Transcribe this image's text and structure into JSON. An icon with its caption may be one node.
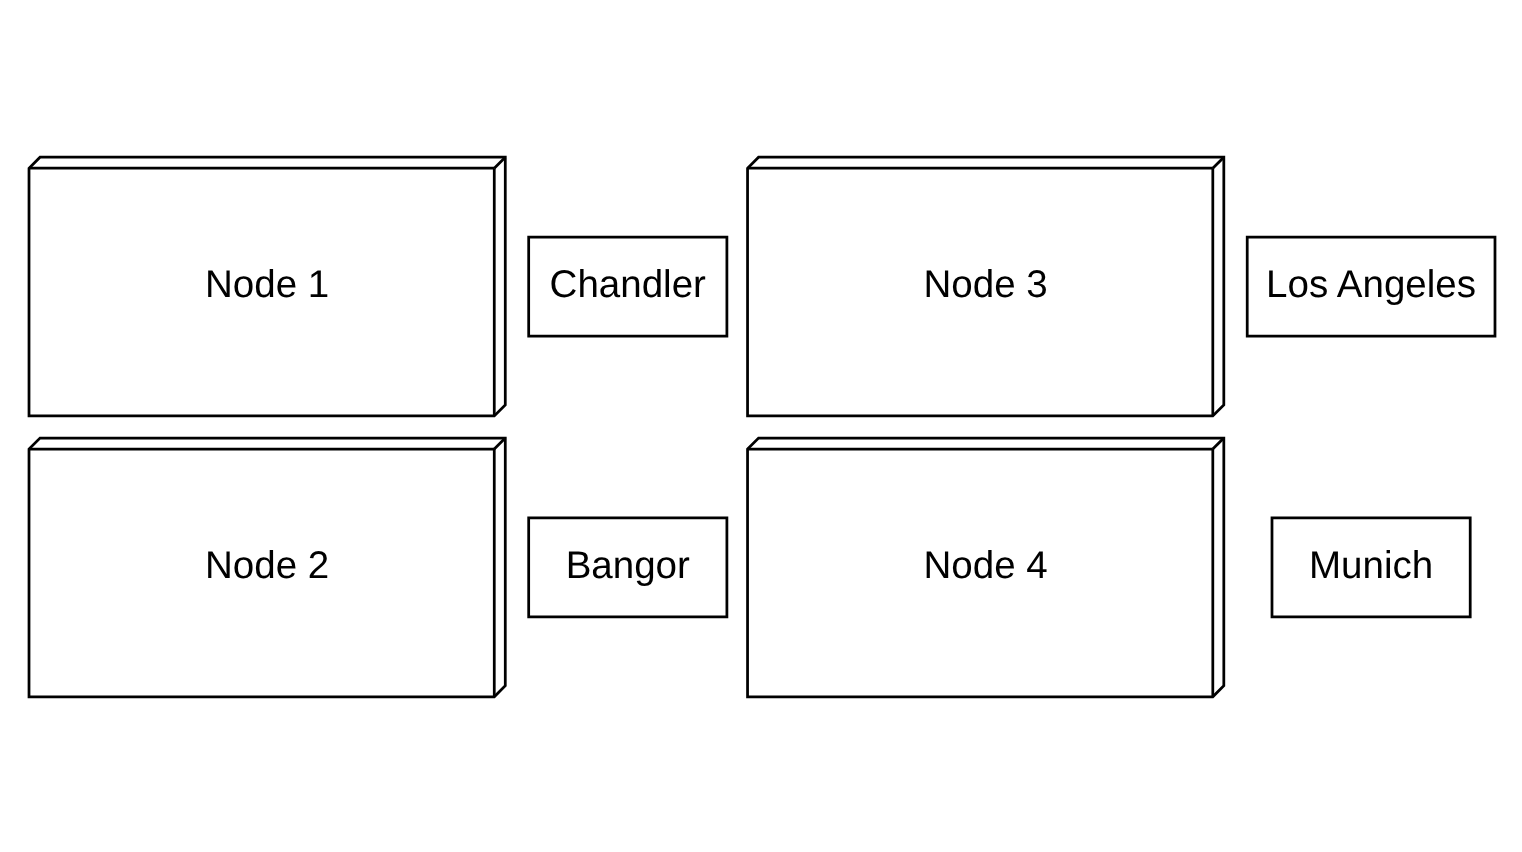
{
  "diagram": {
    "nodes": [
      {
        "text": [
          "Node 1"
        ]
      },
      {
        "text": [
          "Chandler"
        ]
      },
      {
        "text": [
          "Node 3"
        ]
      },
      {
        "text": [
          "Los Angeles"
        ]
      },
      {
        "text": [
          "Node 2"
        ]
      },
      {
        "text": [
          "Bangor"
        ]
      },
      {
        "text": [
          "Node 4"
        ]
      },
      {
        "text": [
          "Munich"
        ]
      }
    ],
    "edges": []
  }
}
